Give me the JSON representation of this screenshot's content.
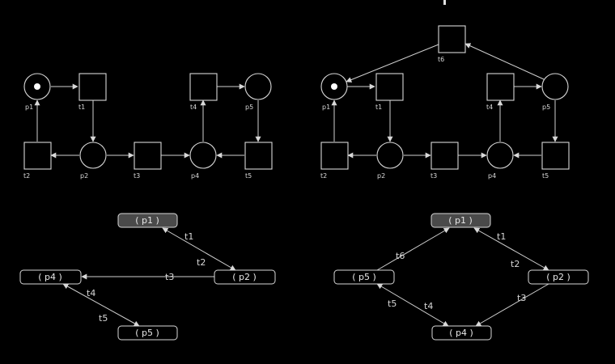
{
  "top_left_net": {
    "places": [
      "p1",
      "p2",
      "p4",
      "p5"
    ],
    "transitions": [
      "t1",
      "t2",
      "t3",
      "t4",
      "t5"
    ],
    "initial_token_place": "p1"
  },
  "top_right_net": {
    "places": [
      "p1",
      "p2",
      "p4",
      "p5"
    ],
    "transitions": [
      "t1",
      "t2",
      "t3",
      "t4",
      "t5",
      "t6"
    ],
    "initial_token_place": "p1"
  },
  "bottom_left_graph": {
    "nodes": [
      "( p1 )",
      "( p2 )",
      "( p4 )",
      "( p5 )"
    ],
    "edge_labels": [
      "t1",
      "t2",
      "t3",
      "t4",
      "t5"
    ]
  },
  "bottom_right_graph": {
    "nodes": [
      "( p1 )",
      "( p2 )",
      "( p4 )",
      "( p5 )"
    ],
    "edge_labels": [
      "t1",
      "t2",
      "t3",
      "t4",
      "t5",
      "t6"
    ]
  },
  "colors": {
    "background": "#000000",
    "stroke": "#d8d8d8",
    "initial_node_fill": "#4a4a4a"
  }
}
